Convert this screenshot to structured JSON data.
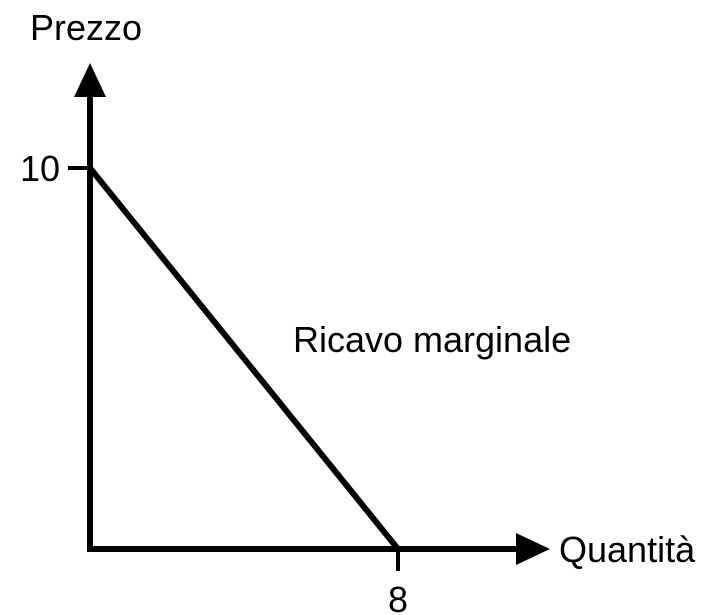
{
  "chart_data": {
    "type": "line",
    "ylabel": "Prezzo",
    "xlabel": "Quantità",
    "y_ticks": [
      {
        "value": 10,
        "label": "10"
      }
    ],
    "x_ticks": [
      {
        "value": 8,
        "label": "8"
      }
    ],
    "xlim": [
      0,
      8
    ],
    "ylim": [
      0,
      10
    ],
    "grid": false,
    "series": [
      {
        "name": "Ricavo marginale",
        "x": [
          0,
          8
        ],
        "y": [
          10,
          0
        ]
      }
    ]
  },
  "colors": {
    "line": "#000000",
    "axis": "#000000"
  }
}
